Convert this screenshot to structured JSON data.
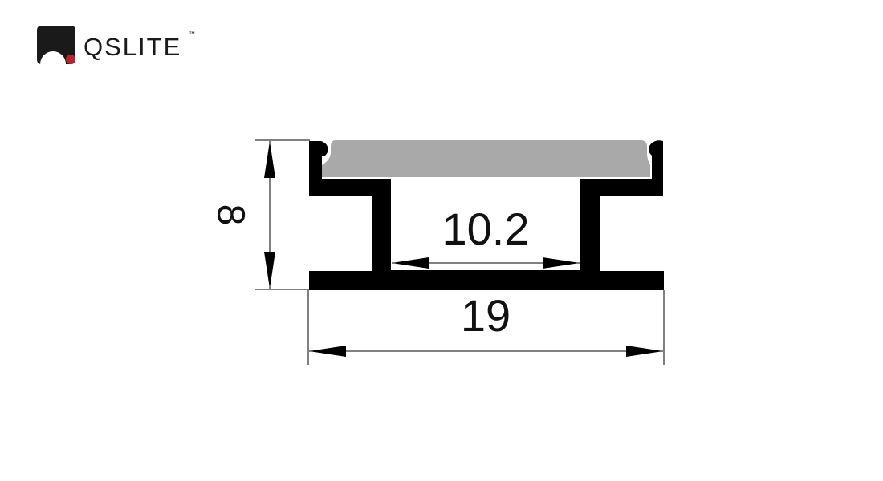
{
  "brand": {
    "name": "QSLITE",
    "trademark": "™",
    "mark_color": "#1a1a1a",
    "dot_color": "#b3262d"
  },
  "drawing": {
    "profile_color": "#000000",
    "diffuser_color": "#a9a9a9",
    "dimensions": {
      "height": "8",
      "inner_width": "10.2",
      "overall_width": "19"
    }
  }
}
